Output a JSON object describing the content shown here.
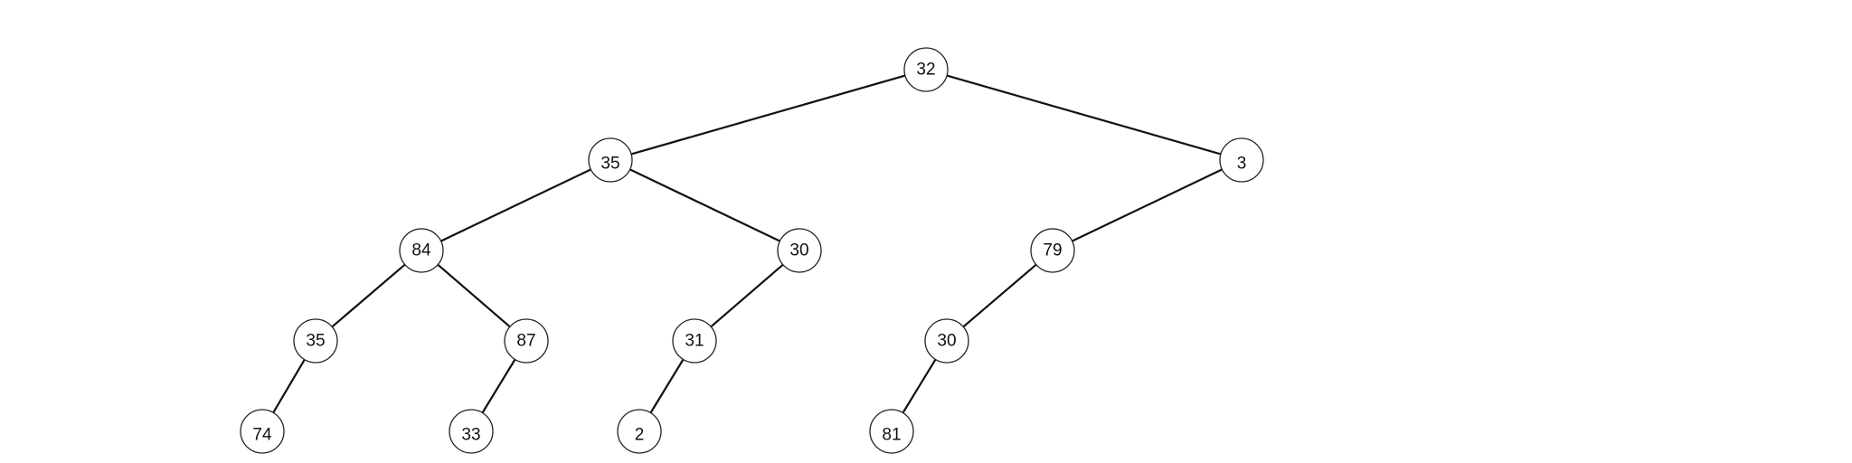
{
  "tree": {
    "nodes": [
      {
        "id": "n0",
        "label": "32",
        "level": 0,
        "slot": 0
      },
      {
        "id": "n1",
        "label": "35",
        "level": 1,
        "slot": 0
      },
      {
        "id": "n2",
        "label": "3",
        "level": 1,
        "slot": 1
      },
      {
        "id": "n3",
        "label": "84",
        "level": 2,
        "slot": 0
      },
      {
        "id": "n4",
        "label": "30",
        "level": 2,
        "slot": 1
      },
      {
        "id": "n5",
        "label": "79",
        "level": 2,
        "slot": 2
      },
      {
        "id": "n6",
        "label": "35",
        "level": 3,
        "slot": 0
      },
      {
        "id": "n7",
        "label": "87",
        "level": 3,
        "slot": 1
      },
      {
        "id": "n8",
        "label": "31",
        "level": 3,
        "slot": 2
      },
      {
        "id": "n9",
        "label": "30",
        "level": 3,
        "slot": 3
      },
      {
        "id": "n10",
        "label": "74",
        "level": 4,
        "slot": 0
      },
      {
        "id": "n11",
        "label": "33",
        "level": 4,
        "slot": 1
      },
      {
        "id": "n12",
        "label": "2",
        "level": 4,
        "slot": 2
      },
      {
        "id": "n13",
        "label": "81",
        "level": 4,
        "slot": 3
      }
    ],
    "edges": [
      {
        "from": "n0",
        "to": "n1"
      },
      {
        "from": "n0",
        "to": "n2"
      },
      {
        "from": "n1",
        "to": "n3"
      },
      {
        "from": "n1",
        "to": "n4"
      },
      {
        "from": "n2",
        "to": "n5"
      },
      {
        "from": "n3",
        "to": "n6"
      },
      {
        "from": "n3",
        "to": "n7"
      },
      {
        "from": "n4",
        "to": "n8"
      },
      {
        "from": "n5",
        "to": "n9"
      },
      {
        "from": "n6",
        "to": "n10"
      },
      {
        "from": "n7",
        "to": "n11"
      },
      {
        "from": "n8",
        "to": "n12"
      },
      {
        "from": "n9",
        "to": "n13"
      }
    ]
  }
}
